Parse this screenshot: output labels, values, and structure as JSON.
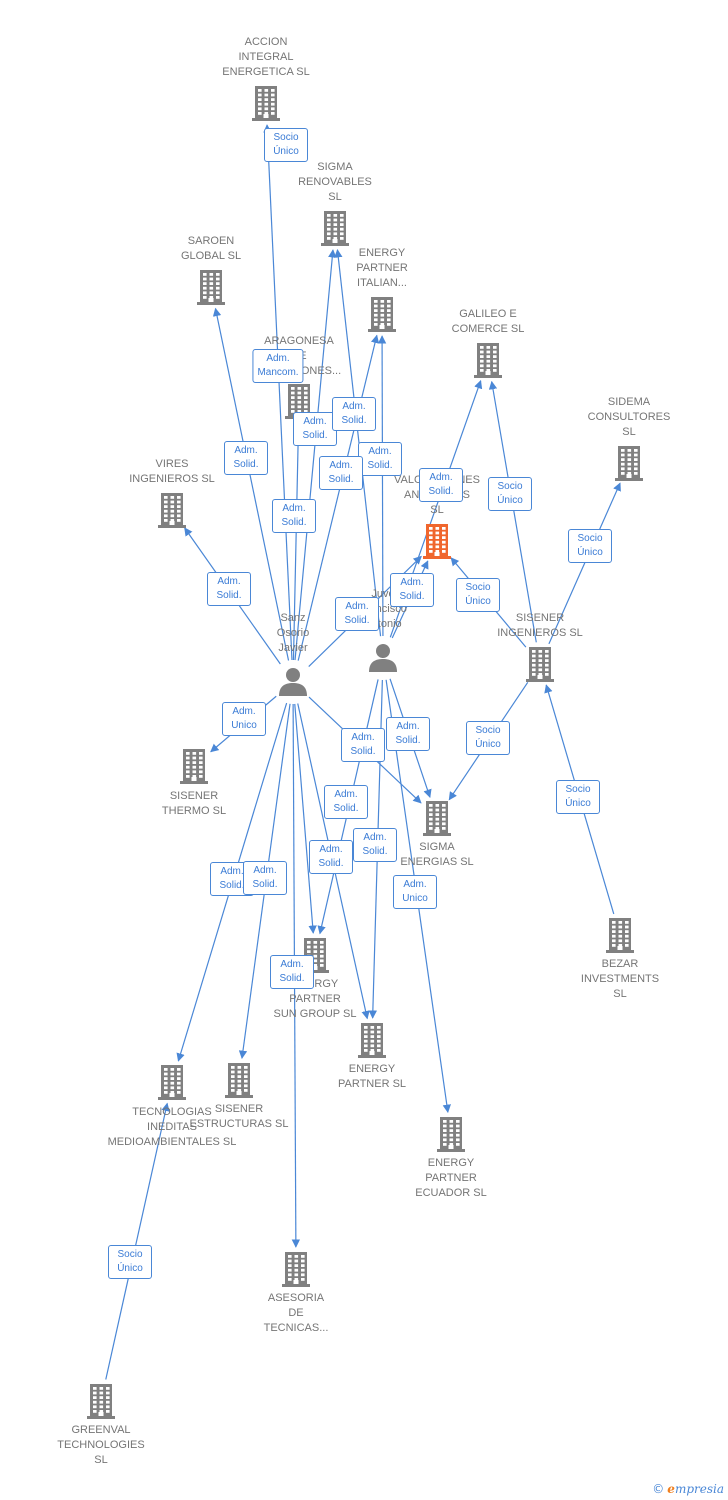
{
  "colors": {
    "edge": "#4a87d6",
    "node": "#808080",
    "focus": "#f0662d",
    "label": "#757575"
  },
  "icons": {
    "company": "building-icon",
    "person": "person-icon"
  },
  "nodes": [
    {
      "id": "accion",
      "type": "company",
      "label": "ACCION\nINTEGRAL\nENERGETICA SL"
    },
    {
      "id": "sigma_renov",
      "type": "company",
      "label": "SIGMA\nRENOVABLES\nSL"
    },
    {
      "id": "saroen",
      "type": "company",
      "label": "SAROEN\nGLOBAL  SL"
    },
    {
      "id": "energy_ital",
      "type": "company",
      "label": "ENERGY\nPARTNER\nITALIAN..."
    },
    {
      "id": "galileo",
      "type": "company",
      "label": "GALILEO E\nCOMERCE  SL"
    },
    {
      "id": "aragonesa",
      "type": "company",
      "label": "ARAGONESA\nDE\nINVERSIONES..."
    },
    {
      "id": "sidema",
      "type": "company",
      "label": "SIDEMA\nCONSULTORES\nSL"
    },
    {
      "id": "vires",
      "type": "company",
      "label": "VIRES\nINGENIEROS SL"
    },
    {
      "id": "valor",
      "type": "company",
      "focus": true,
      "label": "VALORACIONES\nANDALUZAS\nSL"
    },
    {
      "id": "sanz",
      "type": "person",
      "label": "Sanz\nOsorio\nJavier"
    },
    {
      "id": "juve",
      "type": "person",
      "label": "Juve\nFrancisco\nAntonio"
    },
    {
      "id": "sisener_ing",
      "type": "company",
      "label": "SISENER\nINGENIEROS SL"
    },
    {
      "id": "sisener_th",
      "type": "company",
      "label": "SISENER\nTHERMO SL"
    },
    {
      "id": "sigma_en",
      "type": "company",
      "label": "SIGMA\nENERGIAS  SL"
    },
    {
      "id": "bezar",
      "type": "company",
      "label": "BEZAR\nINVESTMENTS\nSL"
    },
    {
      "id": "energy_sun",
      "type": "company",
      "label": "ENERGY\nPARTNER\nSUN GROUP SL"
    },
    {
      "id": "energy_p",
      "type": "company",
      "label": "ENERGY\nPARTNER  SL"
    },
    {
      "id": "tecnologias",
      "type": "company",
      "label": "TECNOLOGIAS\nINEDITAS\nMEDIOAMBIENTALES SL"
    },
    {
      "id": "sisener_est",
      "type": "company",
      "label": "SISENER\nESTRUCTURAS SL"
    },
    {
      "id": "energy_ec",
      "type": "company",
      "label": "ENERGY\nPARTNER\nECUADOR SL"
    },
    {
      "id": "asesoria",
      "type": "company",
      "label": "ASESORIA\nDE\nTECNICAS..."
    },
    {
      "id": "greenval",
      "type": "company",
      "label": "GREENVAL\nTECHNOLOGIES\nSL"
    }
  ],
  "edges": [
    {
      "from": "sanz",
      "to": "accion",
      "label": "Socio\nÚnico"
    },
    {
      "from": "sanz",
      "to": "saroen",
      "label": "Adm.\nSolid."
    },
    {
      "from": "sanz",
      "to": "aragonesa",
      "label": "Adm.\nMancom."
    },
    {
      "from": "sanz",
      "to": "sigma_renov",
      "label": "Adm.\nSolid."
    },
    {
      "from": "sanz",
      "to": "energy_ital",
      "label": "Adm.\nSolid."
    },
    {
      "from": "sanz",
      "to": "vires",
      "label": "Adm.\nSolid."
    },
    {
      "from": "sanz",
      "to": "valor",
      "label": "Adm.\nSolid."
    },
    {
      "from": "sanz",
      "to": "sisener_th",
      "label": "Adm.\nUnico"
    },
    {
      "from": "sanz",
      "to": "sigma_en",
      "label": "Adm.\nSolid."
    },
    {
      "from": "sanz",
      "to": "energy_sun",
      "label": "Adm.\nSolid."
    },
    {
      "from": "sanz",
      "to": "energy_p",
      "label": "Adm.\nSolid."
    },
    {
      "from": "sanz",
      "to": "tecnologias",
      "label": "Adm.\nSolid."
    },
    {
      "from": "sanz",
      "to": "sisener_est",
      "label": "Adm.\nSolid."
    },
    {
      "from": "sanz",
      "to": "asesoria",
      "label": "Adm.\nSolid."
    },
    {
      "from": "juve",
      "to": "sigma_renov",
      "label": "Adm.\nSolid."
    },
    {
      "from": "juve",
      "to": "energy_ital",
      "label": "Adm.\nSolid."
    },
    {
      "from": "juve",
      "to": "galileo",
      "label": "Adm.\nSolid."
    },
    {
      "from": "juve",
      "to": "valor",
      "label": "Adm.\nSolid."
    },
    {
      "from": "juve",
      "to": "sigma_en",
      "label": "Adm.\nSolid."
    },
    {
      "from": "juve",
      "to": "energy_p",
      "label": "Adm.\nSolid."
    },
    {
      "from": "juve",
      "to": "energy_ec",
      "label": "Adm.\nUnico"
    },
    {
      "from": "juve",
      "to": "energy_sun",
      "label": "Adm.\nSolid."
    },
    {
      "from": "sisener_ing",
      "to": "galileo",
      "label": "Socio\nÚnico"
    },
    {
      "from": "sisener_ing",
      "to": "valor",
      "label": "Socio\nÚnico"
    },
    {
      "from": "sisener_ing",
      "to": "sidema",
      "label": "Socio\nÚnico"
    },
    {
      "from": "sisener_ing",
      "to": "sigma_en",
      "label": "Socio\nÚnico"
    },
    {
      "from": "bezar",
      "to": "sisener_ing",
      "label": "Socio\nÚnico"
    },
    {
      "from": "greenval",
      "to": "tecnologias",
      "label": "Socio\nÚnico"
    }
  ],
  "footer": {
    "copyright": "©",
    "brand_initial": "e",
    "brand_rest": "mpresia"
  }
}
